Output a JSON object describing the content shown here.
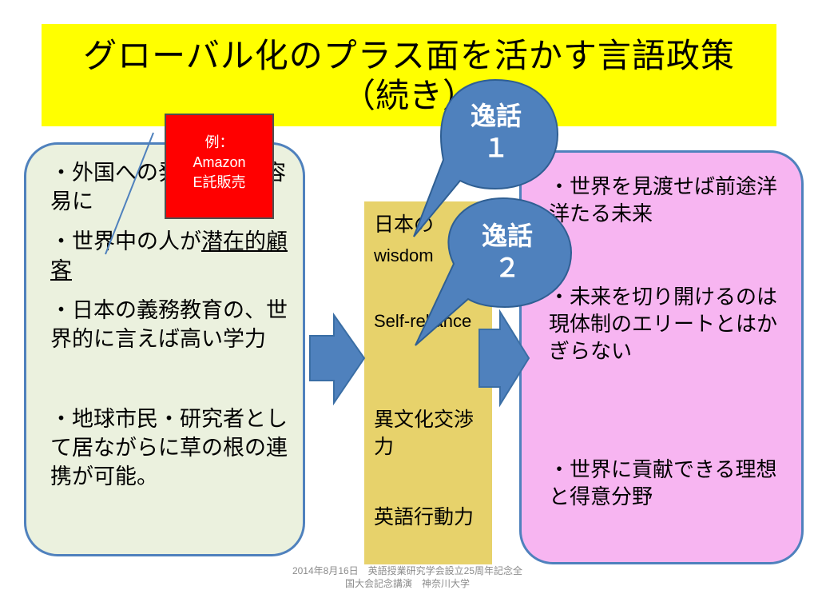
{
  "title": {
    "line1": "グローバル化のプラス面を活かす言語政策",
    "line2": "（続き）"
  },
  "left_box": {
    "item1": "・外国への発信がより容易に",
    "item2_prefix": "・世界中の人が",
    "item2_underlined": "潜在的顧客",
    "item3": "・日本の義務教育の、世界的に言えば高い学力",
    "item4": "・地球市民・研究者として居ながらに草の根の連携が可能。"
  },
  "note": {
    "line1": "例：",
    "line2": "Amazon",
    "line3": "E託販売"
  },
  "middle_box": {
    "item1": "日本の",
    "item1b": "wisdom",
    "item2": "Self-reliance",
    "item3": "異文化交渉力",
    "item4": "英語行動力"
  },
  "right_box": {
    "item1": "・世界を見渡せば前途洋洋たる未来",
    "item2": "・未来を切り開けるのは現体制のエリートとはかぎらない",
    "item3": "・世界に貢献できる理想と得意分野"
  },
  "bubbles": {
    "b1_line1": "逸話",
    "b1_line2": "１",
    "b2_line1": "逸話",
    "b2_line2": "２"
  },
  "footer": {
    "text": "2014年8月16日　英語授業研究学会設立25周年記念全国大会記念講演　神奈川大学"
  },
  "colors": {
    "title_bg": "#ffff00",
    "left_bg": "#ebf1de",
    "middle_bg": "#e7d26b",
    "right_bg": "#f7b5f1",
    "accent_blue": "#4f81bd",
    "note_red": "#ff0000"
  }
}
